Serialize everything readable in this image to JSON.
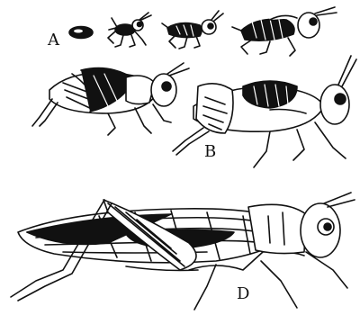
{
  "figure": {
    "labels": {
      "a": "A",
      "b": "B",
      "d": "D"
    },
    "ink_color": "#111111",
    "background": "#ffffff"
  }
}
